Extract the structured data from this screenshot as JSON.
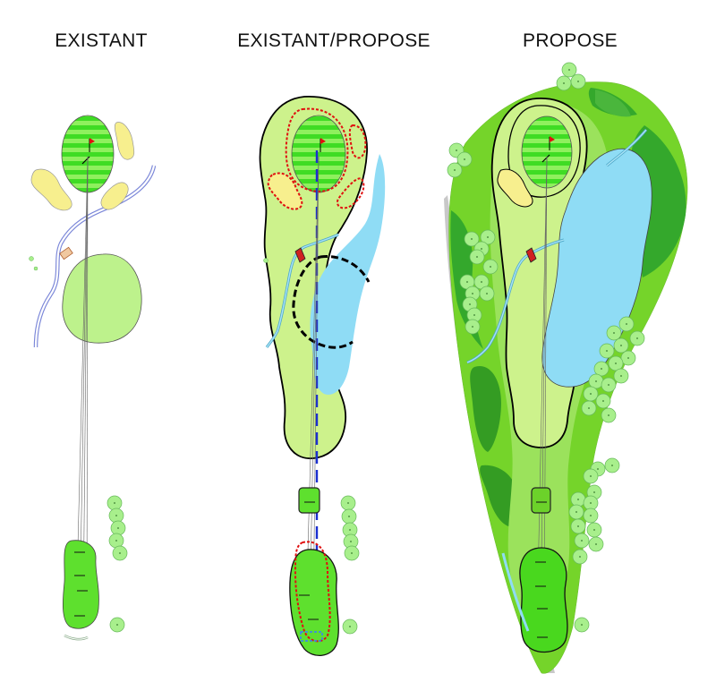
{
  "titles": {
    "existing": "EXISTANT",
    "existing_proposed": "EXISTANT/PROPOSE",
    "proposed": "PROPOSE"
  },
  "colors": {
    "green_light": "#cdf28c",
    "green_fairway": "#9be25c",
    "green_rough": "#6cd22a",
    "green_dark": "#2e9f2a",
    "green_tee": "#5ee02e",
    "green_bright": "#49d81e",
    "bunker": "#f5ee8a",
    "water": "#8fdcf5",
    "tree": "#a8ef8c",
    "red": "#e01010",
    "blue": "#1a2fd0",
    "black": "#000000"
  }
}
